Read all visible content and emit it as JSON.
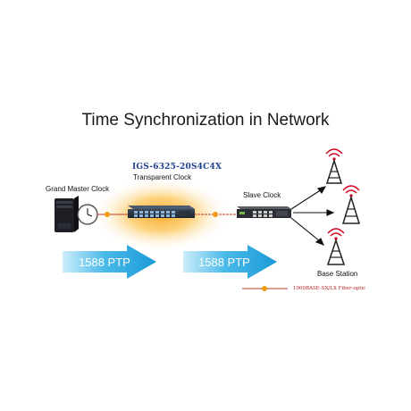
{
  "title": "Time Synchronization in Network",
  "grand_master": {
    "label": "Grand Master Clock"
  },
  "transparent_switch": {
    "model": "IGS-6325-20S4C4X",
    "role": "Transparent Clock"
  },
  "slave_switch": {
    "label": "Slave Clock"
  },
  "base_station": {
    "label": "Base Station"
  },
  "ptp_arrows": [
    {
      "label": "1588 PTP"
    },
    {
      "label": "1588 PTP"
    }
  ],
  "legend": {
    "label": "1000BASE-SX/LX Fiber-optic",
    "color": "#c0392b",
    "dot_color": "#f39c12"
  },
  "colors": {
    "arrow": "#29abe2",
    "model_text": "#1f3f8f",
    "fiber": "#c0392b",
    "glow": "#f5b323"
  }
}
